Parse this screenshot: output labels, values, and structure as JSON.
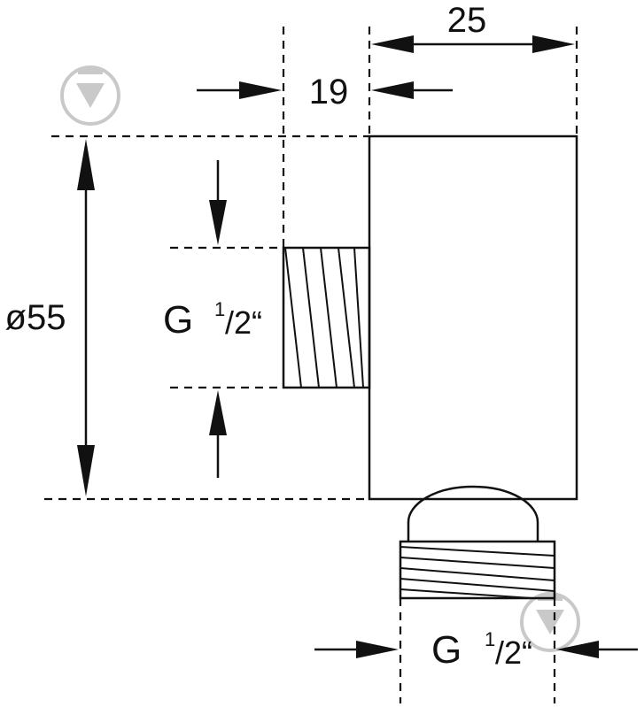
{
  "dimensions": {
    "body_depth": "25",
    "outlet_offset": "19",
    "diameter": "ø55",
    "side_thread": "G ",
    "side_thread_fraction_num": "1",
    "side_thread_fraction_den": "/2“",
    "bottom_thread": "G ",
    "bottom_thread_fraction_num": "1",
    "bottom_thread_fraction_den": "/2“"
  },
  "icons": [
    "watermark-drop-icon",
    "watermark-drop-icon"
  ],
  "colors": {
    "line": "#111111",
    "background": "#ffffff",
    "watermark": "#c9c9c9"
  }
}
